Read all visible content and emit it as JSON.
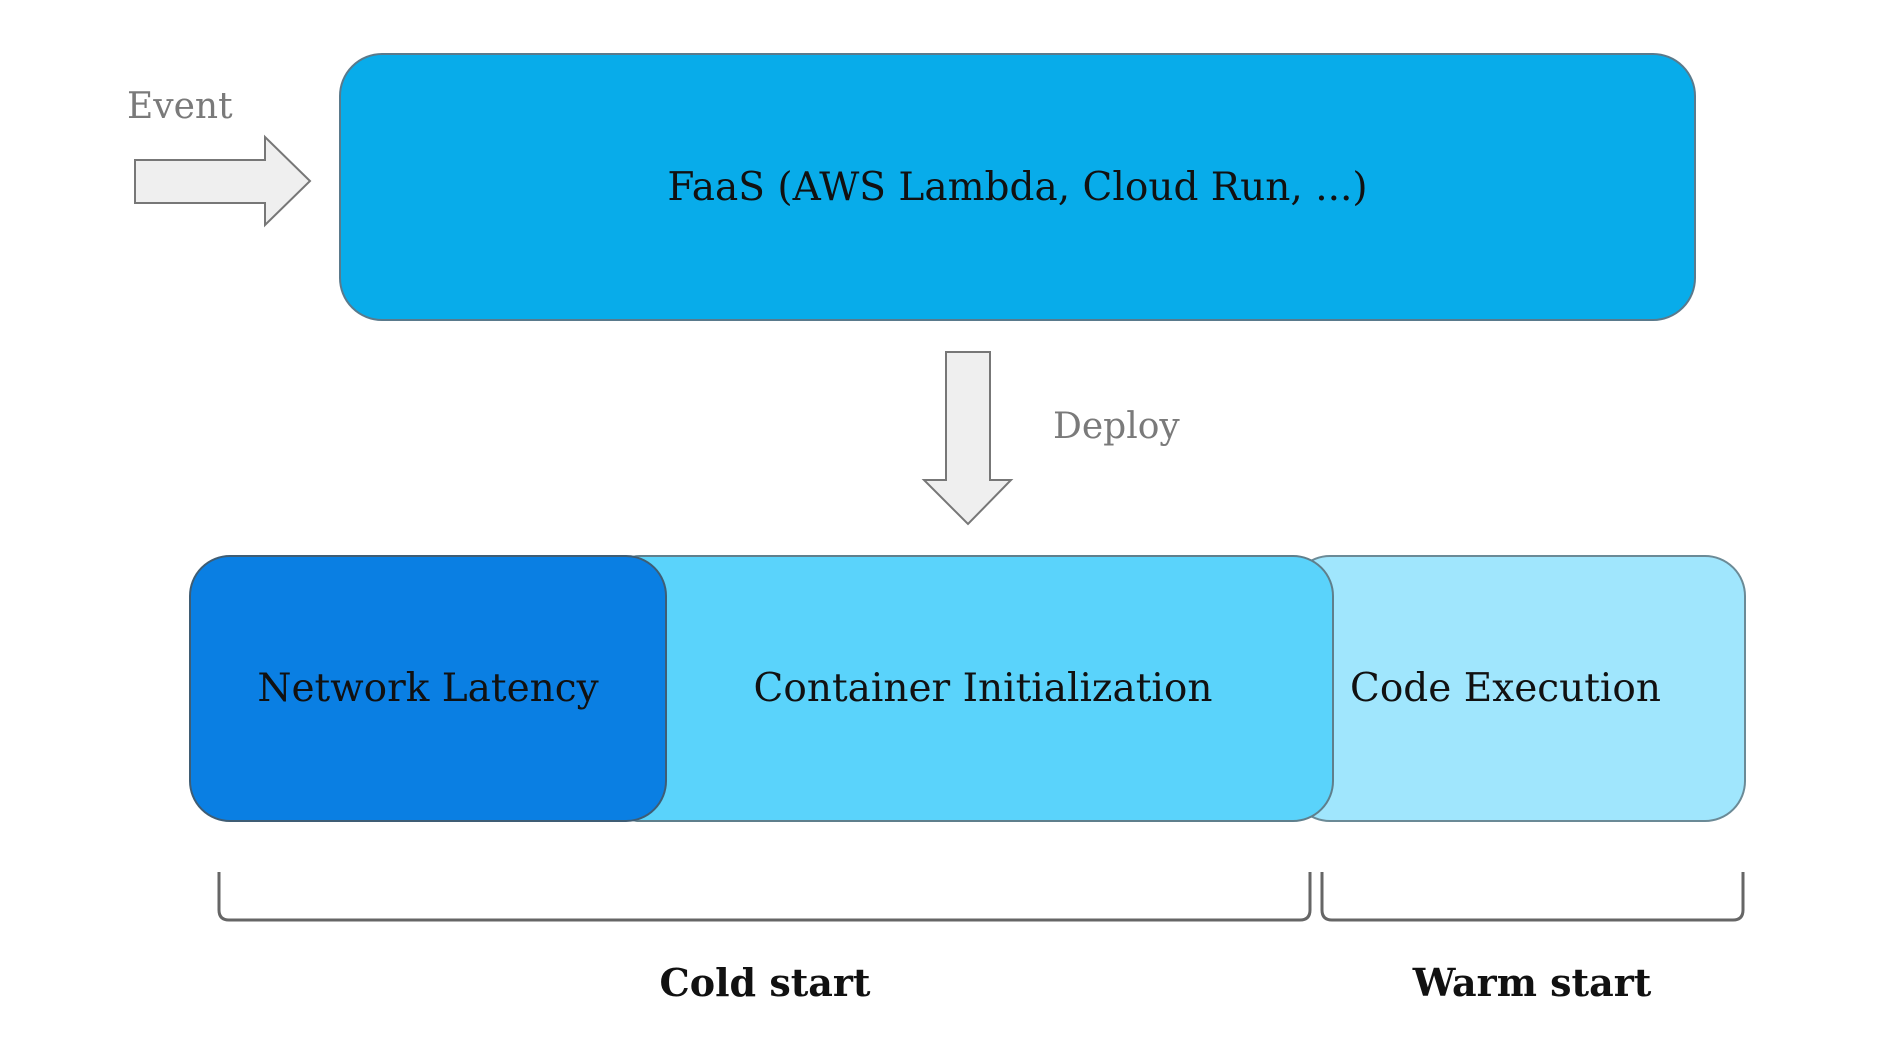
{
  "event_label": "Event",
  "faas_box": {
    "label": "FaaS (AWS Lambda, Cloud Run, ...)",
    "color": "#08acea"
  },
  "deploy_label": "Deploy",
  "segments": [
    {
      "label": "Network Latency",
      "color": "#0a7fe3"
    },
    {
      "label": "Container Initialization",
      "color": "#5ad3fb"
    },
    {
      "label": "Code Execution",
      "color": "#a0e6fd"
    }
  ],
  "brackets": {
    "cold": "Cold start",
    "warm": "Warm start"
  },
  "arrow_fill": "#efefef",
  "arrow_stroke": "#777777"
}
